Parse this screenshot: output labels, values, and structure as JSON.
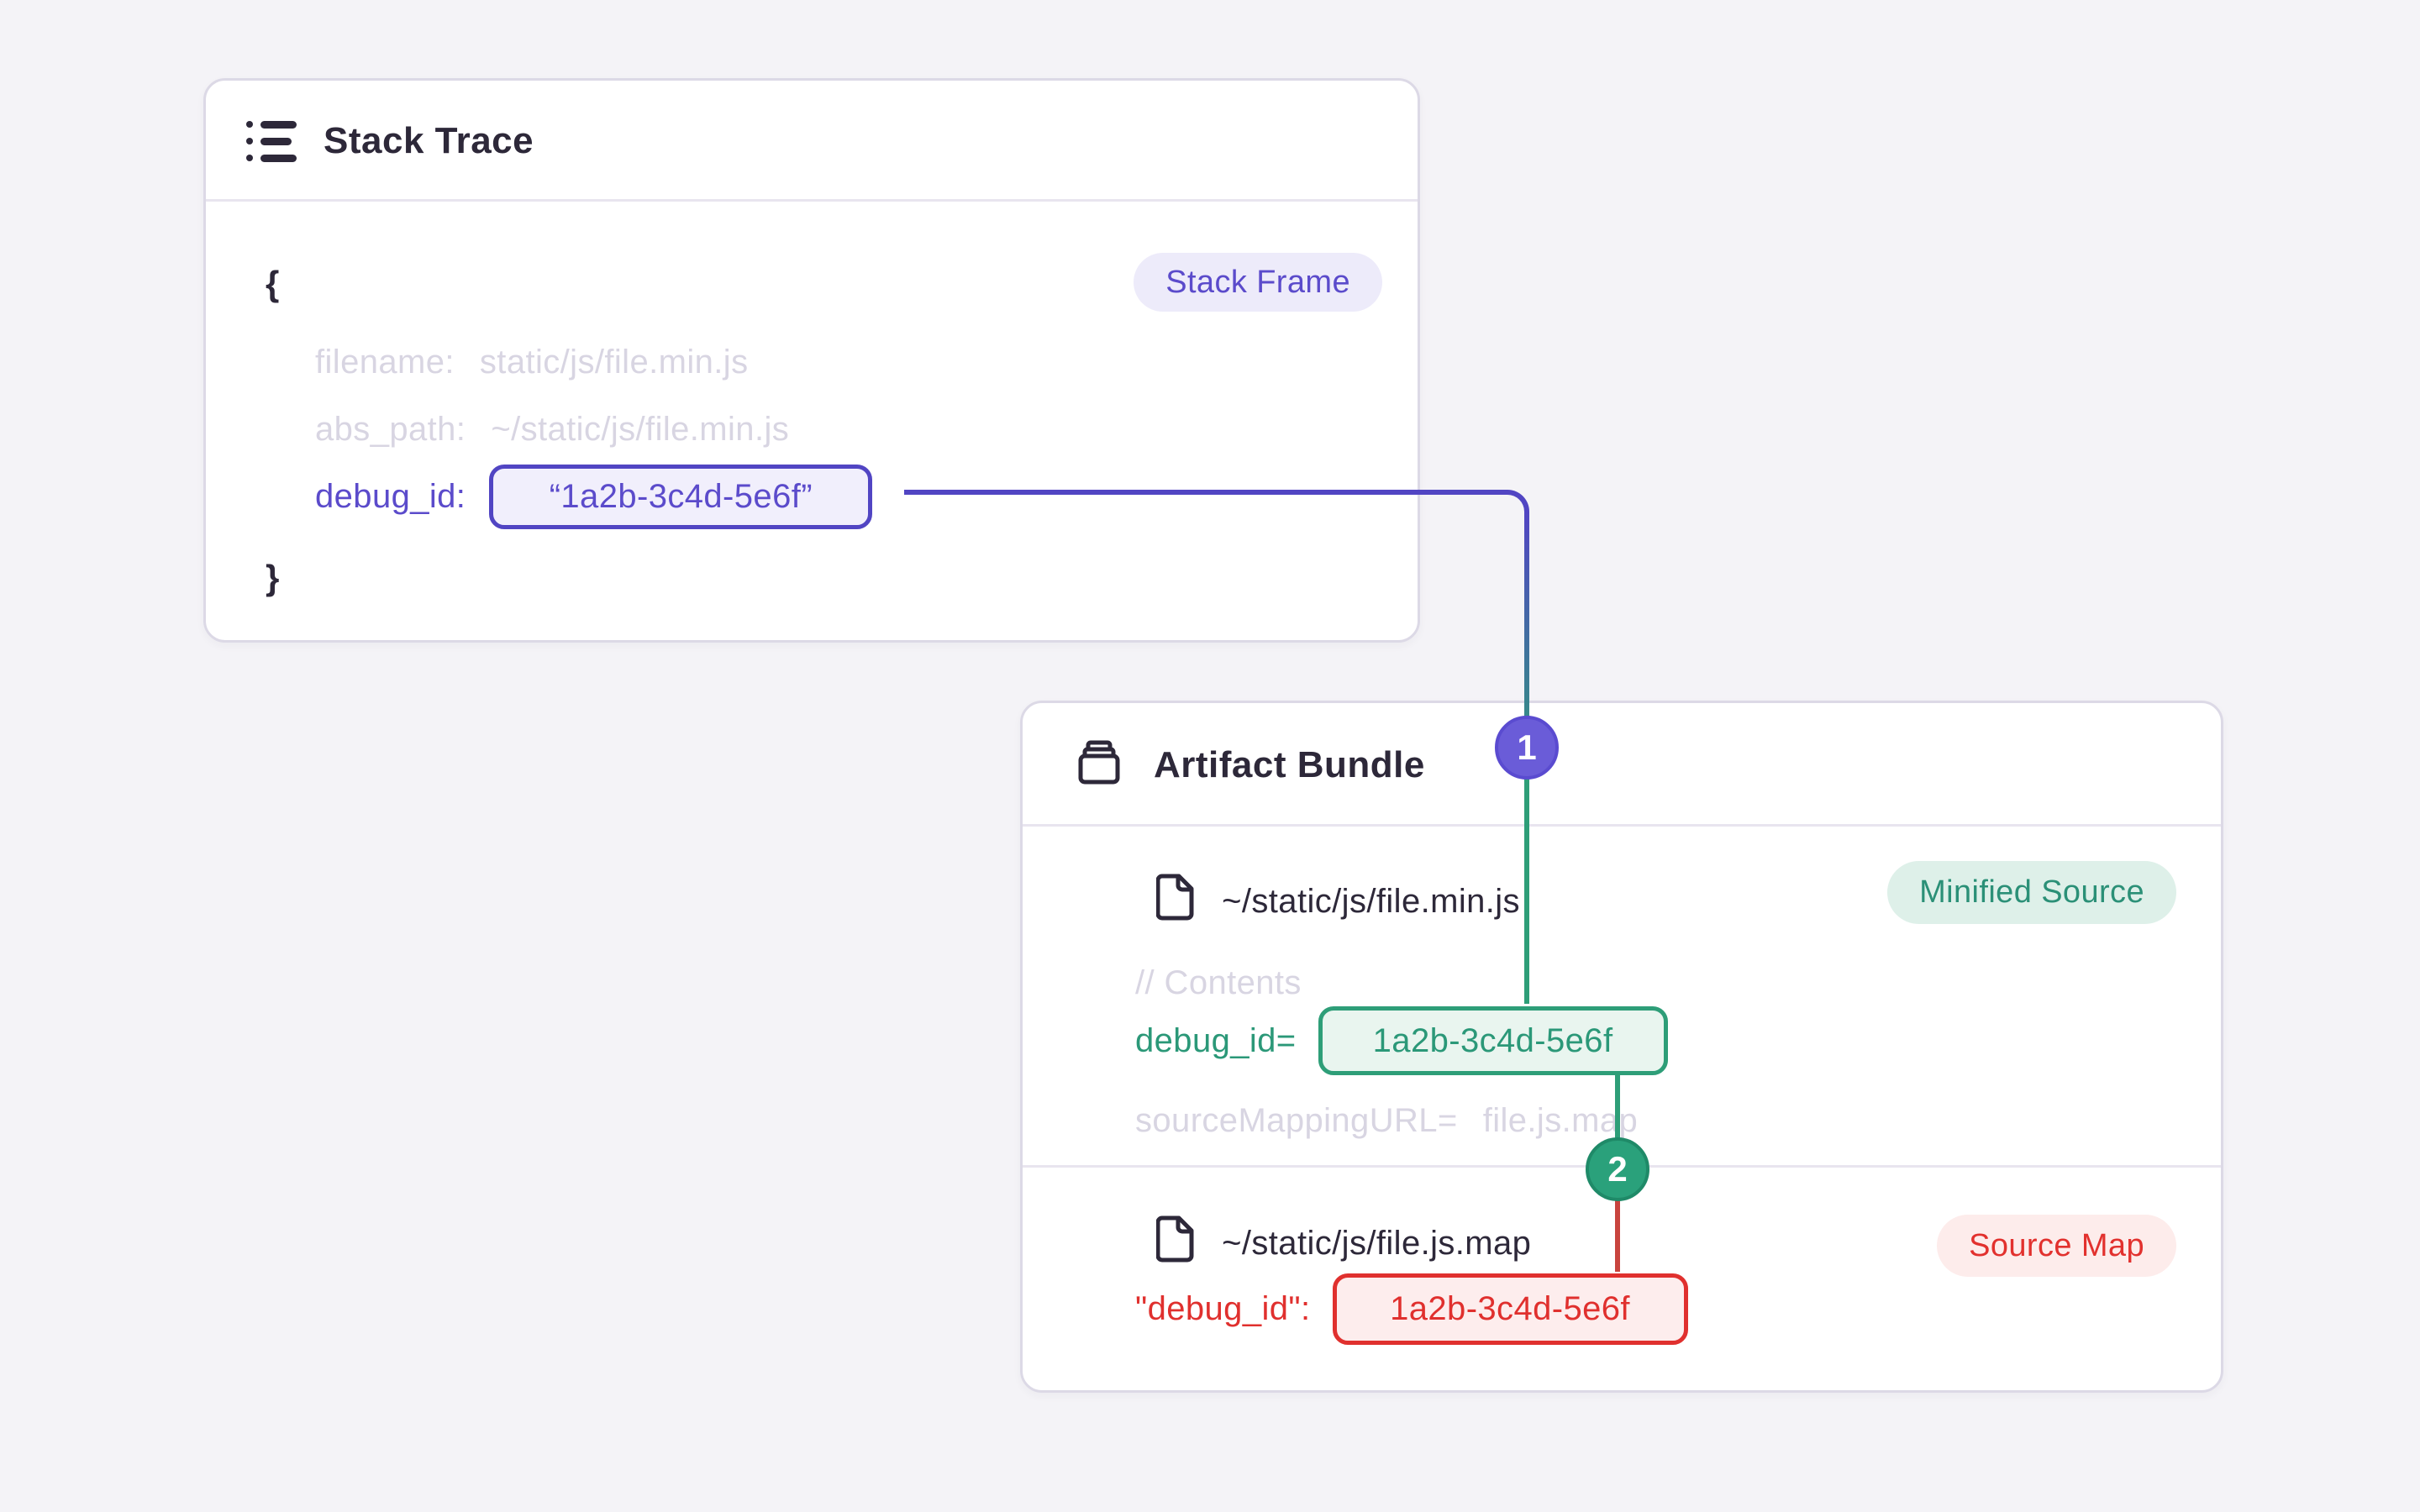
{
  "colors": {
    "page_background": "#f4f3f7",
    "card_background": "#ffffff",
    "card_border": "#dcd9e6",
    "divider": "#e8e5ef",
    "dark_text": "#2d2839",
    "light_text": "#d8d5e2",
    "accent_purple": "#5b4bcb",
    "purple_line": "#5145c3",
    "badge1_fill": "#6a5cd8",
    "accent_green": "#2b9878",
    "green_line": "#2e9e78",
    "badge2_fill": "#2aa17b",
    "accent_red": "#e0302e",
    "red_line": "#c8443e",
    "pill_purple_bg": "#edebfa",
    "pill_green_bg": "#def0e9",
    "pill_red_bg": "#fdeceb",
    "box_purple_bg": "#f1effc",
    "box_green_bg": "#e9f5ef",
    "box_red_bg": "#fdeded"
  },
  "stack_trace_card": {
    "title": "Stack Trace",
    "frame_badge": "Stack Frame",
    "open_brace": "{",
    "close_brace": "}",
    "filename_key": "filename:",
    "filename_value": "static/js/file.min.js",
    "abs_path_key": "abs_path:",
    "abs_path_value": "~/static/js/file.min.js",
    "debug_id_key": "debug_id:",
    "debug_id_value": "“1a2b-3c4d-5e6f”"
  },
  "artifact_bundle_card": {
    "title": "Artifact Bundle",
    "minified_file": {
      "path": "~/static/js/file.min.js",
      "badge": "Minified Source",
      "comment": "// Contents",
      "debug_id_key": "debug_id=",
      "debug_id_value": "1a2b-3c4d-5e6f",
      "source_mapping_key": "sourceMappingURL=",
      "source_mapping_value": "file.js.map"
    },
    "source_map_file": {
      "path": "~/static/js/file.js.map",
      "badge": "Source Map",
      "debug_id_key": "\"debug_id\":",
      "debug_id_value": "1a2b-3c4d-5e6f"
    }
  },
  "connector_badges": {
    "step1": "1",
    "step2": "2"
  }
}
